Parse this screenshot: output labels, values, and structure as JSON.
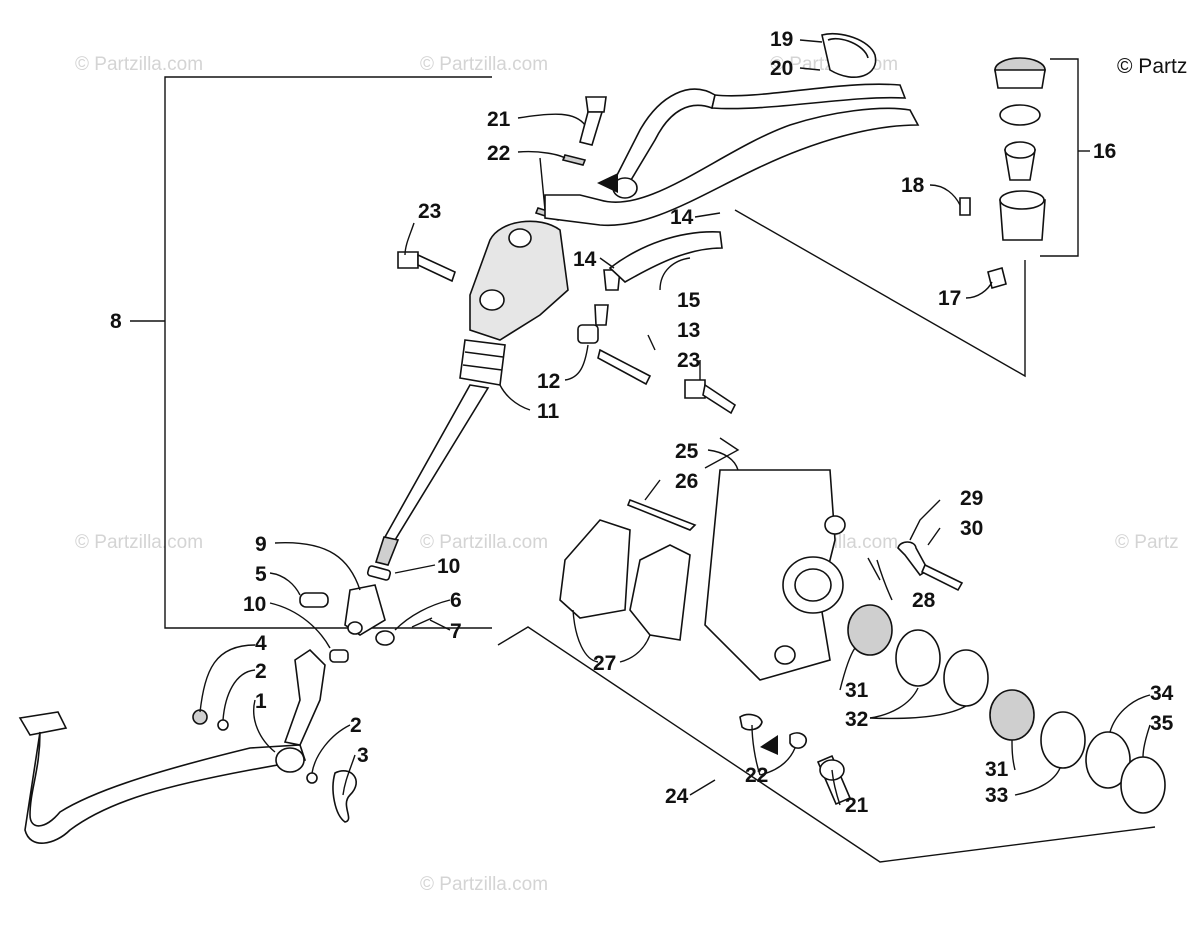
{
  "copyright": "© Partz",
  "watermarks": [
    "© Partzilla.com",
    "© Partzilla.com",
    "© Partzilla.com",
    "© Partzilla.com",
    "© Partzilla.com",
    "© Partzilla.com",
    "© Partzilla.com",
    "© Partz"
  ],
  "callouts": [
    "19",
    "20",
    "21",
    "22",
    "23",
    "14",
    "14",
    "15",
    "16",
    "18",
    "17",
    "8",
    "13",
    "12",
    "23",
    "11",
    "25",
    "26",
    "29",
    "30",
    "9",
    "10",
    "5",
    "10",
    "6",
    "7",
    "28",
    "4",
    "2",
    "1",
    "27",
    "31",
    "32",
    "2",
    "3",
    "31",
    "33",
    "34",
    "35",
    "22",
    "24",
    "21"
  ]
}
